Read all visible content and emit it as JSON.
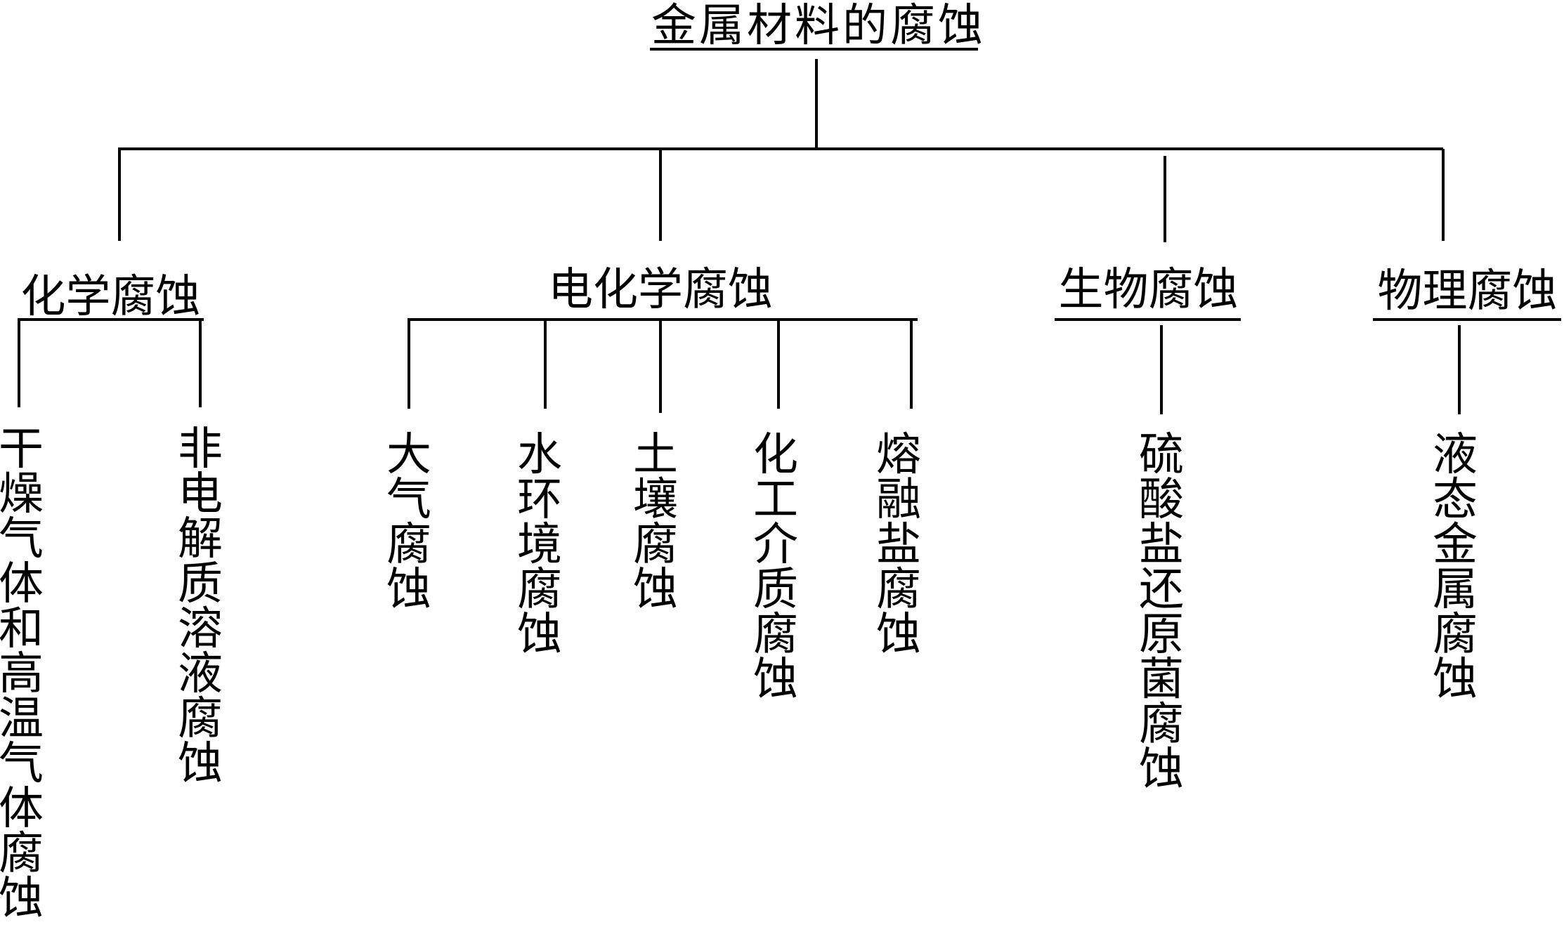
{
  "root": {
    "label": "金属材料的腐蚀"
  },
  "categories": [
    {
      "label": "化学腐蚀",
      "leaves": [
        "干燥气体和高温气体腐蚀",
        "非电解质溶液腐蚀"
      ]
    },
    {
      "label": "电化学腐蚀",
      "leaves": [
        "大气腐蚀",
        "水环境腐蚀",
        "土壤腐蚀",
        "化工介质腐蚀",
        "熔融盐腐蚀"
      ]
    },
    {
      "label": "生物腐蚀",
      "leaves": [
        "硫酸盐还原菌腐蚀"
      ]
    },
    {
      "label": "物理腐蚀",
      "leaves": [
        "液态金属腐蚀"
      ]
    }
  ]
}
